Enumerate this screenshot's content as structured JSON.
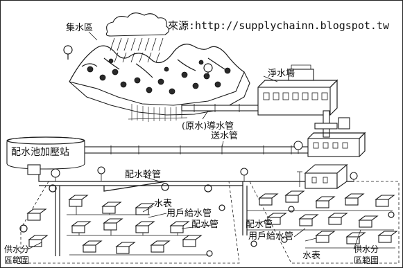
{
  "source_credit": "來源:http://supplychainn.blogspot.tw",
  "labels": {
    "catchment": "集水區",
    "treatment_plant": "淨水場",
    "raw_water_pipe": "(原水)導水管",
    "transmission_pipe": "送水管",
    "reservoir_station": "配水池加壓站",
    "distribution_main": "配水幹管",
    "meter_left": "水表",
    "service_pipe_left": "用戶給水管",
    "distribution_pipe_left": "配水管",
    "distribution_pipe_right": "配水管",
    "service_pipe_right": "用戶給水管",
    "meter_right": "水表",
    "supply_zone_left_line1": "供水分",
    "supply_zone_left_line2": "區範圍",
    "supply_zone_right_line1": "供水分",
    "supply_zone_right_line2": "區範圍"
  },
  "colors": {
    "ink": "#1a1a1a",
    "paper": "#ffffff"
  }
}
